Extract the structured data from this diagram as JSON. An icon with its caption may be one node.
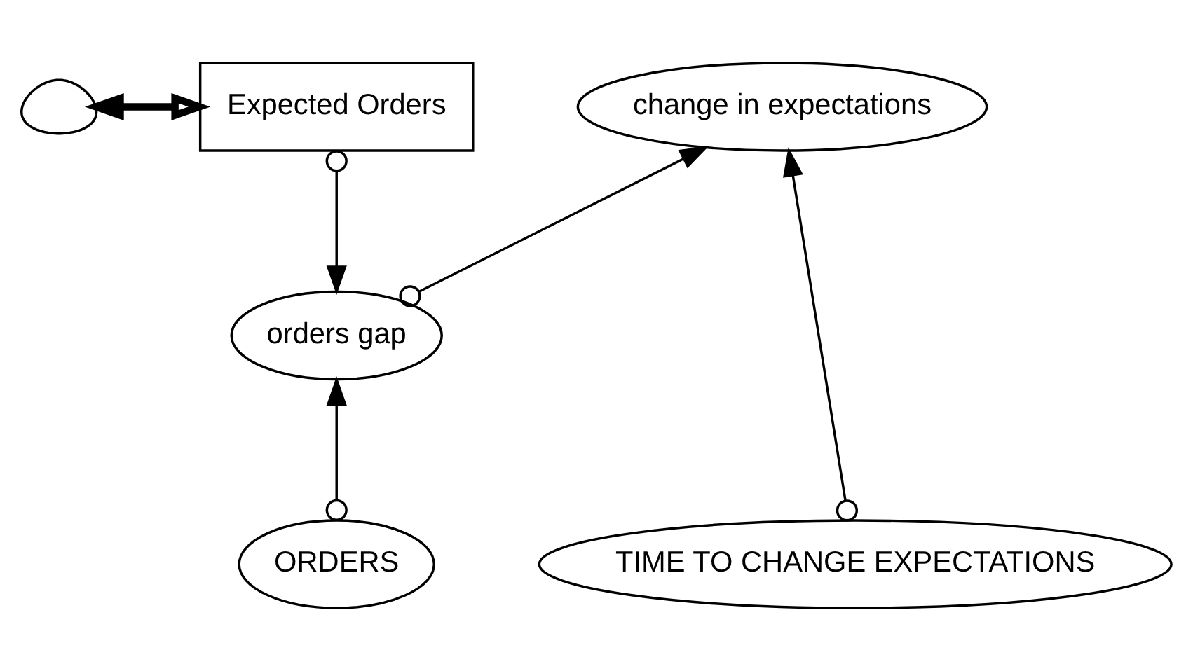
{
  "diagram": {
    "nodes": [
      {
        "text": [],
        "shape": "cloud"
      },
      {
        "text": [
          "Expected Orders"
        ]
      },
      {
        "text": [
          "change in expectations"
        ]
      },
      {
        "text": [
          "orders gap"
        ]
      },
      {
        "text": [
          "TIME TO CHANGE EXPECTATIONS"
        ]
      },
      {
        "text": [
          "ORDERS"
        ]
      }
    ],
    "edges": [
      {
        "from": 0,
        "to": 1,
        "arrow": "both",
        "style": "thick"
      },
      {
        "from": 1,
        "to": 3,
        "arrow": "to"
      },
      {
        "from": 3,
        "to": 2,
        "arrow": "to"
      },
      {
        "from": 4,
        "to": 2,
        "arrow": "to"
      },
      {
        "from": 5,
        "to": 3,
        "arrow": "to"
      }
    ]
  }
}
